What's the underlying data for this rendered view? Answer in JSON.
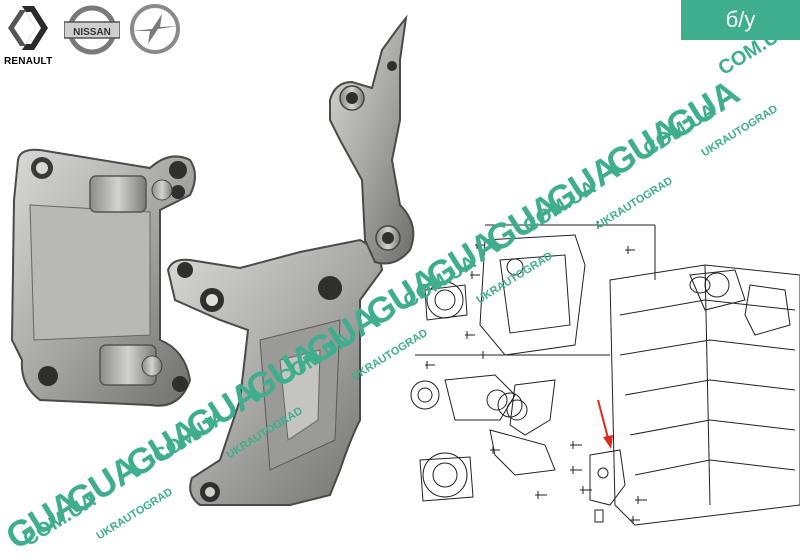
{
  "logos": {
    "renault_text": "RENAULT",
    "nissan_text": "NISSAN"
  },
  "badge": {
    "label": "б/у"
  },
  "watermark": {
    "gua": "GUA",
    "com": "COM.UA",
    "ukr": "UKRAUTOGRAD",
    "color": "#3fae8f"
  },
  "colors": {
    "accent": "#3fae8f",
    "arrow": "#e02a1c"
  }
}
